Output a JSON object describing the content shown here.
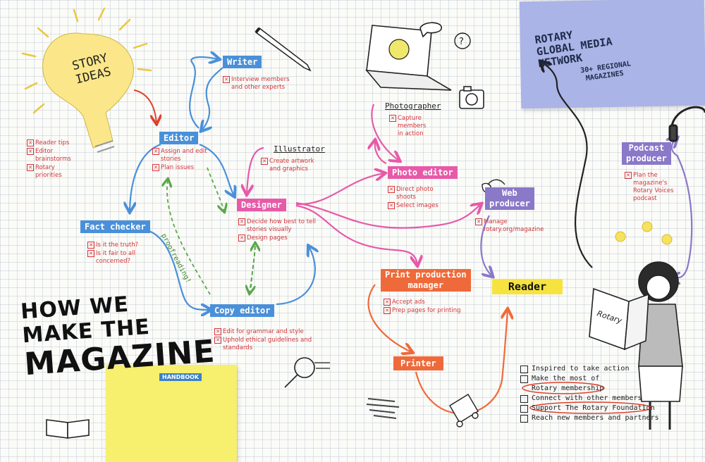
{
  "title_lines": [
    "HOW WE",
    "MAKE THE",
    "MAGAZINE"
  ],
  "story_ideas": "STORY IDEAS",
  "story_tasks": [
    "Reader tips",
    "Editor brainstorms",
    "Rotary priorities"
  ],
  "network": {
    "line1": "ROTARY",
    "line2": "GLOBAL MEDIA",
    "line3": "NETWORK",
    "line4": "30+ REGIONAL",
    "line5": "MAGAZINES"
  },
  "handbook": "HANDBOOK",
  "proofreading": "proofreading!",
  "roles": {
    "writer": {
      "label": "Writer",
      "tasks": [
        "Interview members and other experts"
      ]
    },
    "editor": {
      "label": "Editor",
      "tasks": [
        "Assign and edit stories",
        "Plan issues"
      ]
    },
    "illustrator": {
      "label": "Illustrator",
      "tasks": [
        "Create artwork and graphics"
      ]
    },
    "photographer": {
      "label": "Photographer",
      "tasks": [
        "Capture members in action"
      ]
    },
    "photo_editor": {
      "label": "Photo editor",
      "tasks": [
        "Direct photo shoots",
        "Select images"
      ]
    },
    "designer": {
      "label": "Designer",
      "tasks": [
        "Decide how best to tell stories visually",
        "Design pages"
      ]
    },
    "fact_checker": {
      "label": "Fact checker",
      "tasks": [
        "Is it the truth?",
        "Is it fair to all concerned?"
      ]
    },
    "copy_editor": {
      "label": "Copy editor",
      "tasks": [
        "Edit for grammar and style",
        "Uphold ethical guidelines and standards"
      ]
    },
    "web_producer": {
      "label1": "Web",
      "label2": "producer",
      "tasks": [
        "Manage rotary.org/magazine"
      ]
    },
    "podcast_producer": {
      "label1": "Podcast",
      "label2": "producer",
      "tasks": [
        "Plan the magazine's Rotary Voices podcast"
      ]
    },
    "print_manager": {
      "label1": "Print production",
      "label2": "manager",
      "tasks": [
        "Accept ads",
        "Prep pages for printing"
      ]
    },
    "printer": {
      "label": "Printer"
    },
    "reader": {
      "label": "Reader"
    }
  },
  "reader_checklist": [
    "Inspired to take action",
    "Make the most of",
    "Rotary membership",
    "Connect with other members",
    "Support The Rotary Foundation",
    "Reach new members and partners"
  ],
  "magazine_cover": "Rotary",
  "colors": {
    "blue": "#4a90d9",
    "pink": "#e75aa8",
    "orange": "#ef6a3a",
    "purple": "#8a78c8",
    "yellow": "#f7ef6e",
    "red": "#d4353a",
    "green": "#5aa84a"
  }
}
